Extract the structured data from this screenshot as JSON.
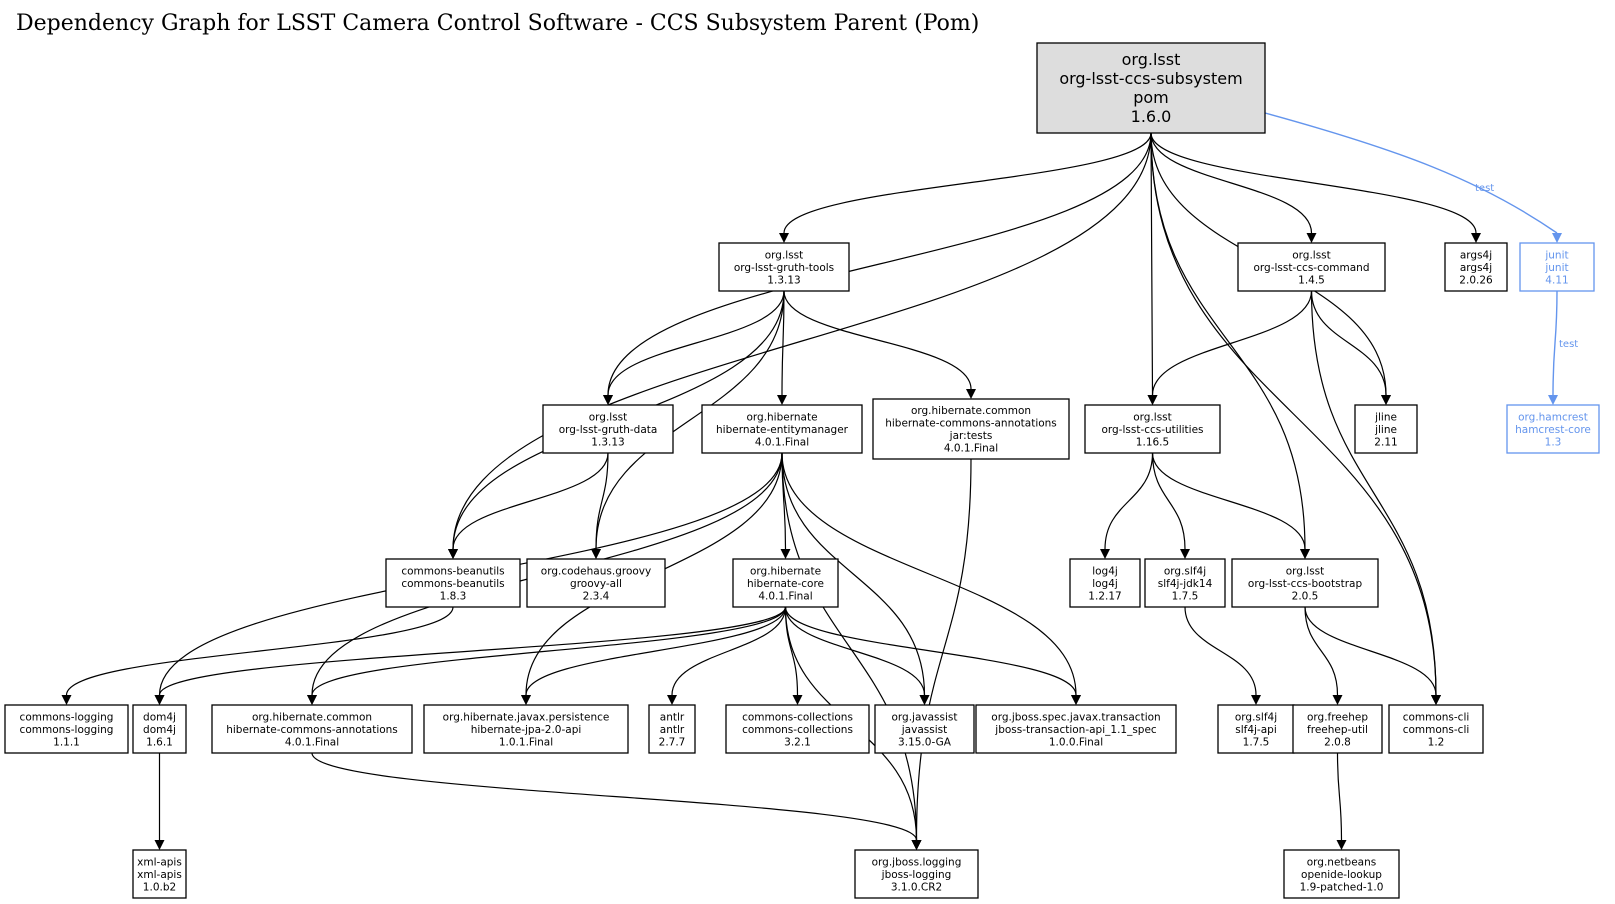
{
  "title": "Dependency Graph for LSST Camera Control Software - CCS Subsystem Parent (Pom)",
  "colors": {
    "test": "#6495ed",
    "root_fill": "#dddddd",
    "edge": "#000000"
  },
  "nodes": [
    {
      "id": "root",
      "lines": [
        "org.lsst",
        "org-lsst-ccs-subsystem",
        "pom",
        "1.6.0"
      ],
      "kind": "root"
    },
    {
      "id": "gruth-tools",
      "lines": [
        "org.lsst",
        "org-lsst-gruth-tools",
        "1.3.13"
      ]
    },
    {
      "id": "ccs-command",
      "lines": [
        "org.lsst",
        "org-lsst-ccs-command",
        "1.4.5"
      ]
    },
    {
      "id": "args4j",
      "lines": [
        "args4j",
        "args4j",
        "2.0.26"
      ]
    },
    {
      "id": "junit",
      "lines": [
        "junit",
        "junit",
        "4.11"
      ],
      "kind": "test"
    },
    {
      "id": "gruth-data",
      "lines": [
        "org.lsst",
        "org-lsst-gruth-data",
        "1.3.13"
      ]
    },
    {
      "id": "hib-em",
      "lines": [
        "org.hibernate",
        "hibernate-entitymanager",
        "4.0.1.Final"
      ]
    },
    {
      "id": "hca-tests",
      "lines": [
        "org.hibernate.common",
        "hibernate-commons-annotations",
        "jar:tests",
        "4.0.1.Final"
      ]
    },
    {
      "id": "ccs-utilities",
      "lines": [
        "org.lsst",
        "org-lsst-ccs-utilities",
        "1.16.5"
      ]
    },
    {
      "id": "jline",
      "lines": [
        "jline",
        "jline",
        "2.11"
      ]
    },
    {
      "id": "hamcrest",
      "lines": [
        "org.hamcrest",
        "hamcrest-core",
        "1.3"
      ],
      "kind": "test"
    },
    {
      "id": "beanutils",
      "lines": [
        "commons-beanutils",
        "commons-beanutils",
        "1.8.3"
      ]
    },
    {
      "id": "groovy",
      "lines": [
        "org.codehaus.groovy",
        "groovy-all",
        "2.3.4"
      ]
    },
    {
      "id": "hib-core",
      "lines": [
        "org.hibernate",
        "hibernate-core",
        "4.0.1.Final"
      ]
    },
    {
      "id": "log4j",
      "lines": [
        "log4j",
        "log4j",
        "1.2.17"
      ]
    },
    {
      "id": "slf4j-jdk14",
      "lines": [
        "org.slf4j",
        "slf4j-jdk14",
        "1.7.5"
      ]
    },
    {
      "id": "ccs-bootstrap",
      "lines": [
        "org.lsst",
        "org-lsst-ccs-bootstrap",
        "2.0.5"
      ]
    },
    {
      "id": "commons-logging",
      "lines": [
        "commons-logging",
        "commons-logging",
        "1.1.1"
      ]
    },
    {
      "id": "dom4j",
      "lines": [
        "dom4j",
        "dom4j",
        "1.6.1"
      ]
    },
    {
      "id": "hca",
      "lines": [
        "org.hibernate.common",
        "hibernate-commons-annotations",
        "4.0.1.Final"
      ]
    },
    {
      "id": "jpa",
      "lines": [
        "org.hibernate.javax.persistence",
        "hibernate-jpa-2.0-api",
        "1.0.1.Final"
      ]
    },
    {
      "id": "antlr",
      "lines": [
        "antlr",
        "antlr",
        "2.7.7"
      ]
    },
    {
      "id": "collections",
      "lines": [
        "commons-collections",
        "commons-collections",
        "3.2.1"
      ]
    },
    {
      "id": "javassist",
      "lines": [
        "org.javassist",
        "javassist",
        "3.15.0-GA"
      ]
    },
    {
      "id": "jta",
      "lines": [
        "org.jboss.spec.javax.transaction",
        "jboss-transaction-api_1.1_spec",
        "1.0.0.Final"
      ]
    },
    {
      "id": "slf4j-api",
      "lines": [
        "org.slf4j",
        "slf4j-api",
        "1.7.5"
      ]
    },
    {
      "id": "freehep",
      "lines": [
        "org.freehep",
        "freehep-util",
        "2.0.8"
      ]
    },
    {
      "id": "commons-cli",
      "lines": [
        "commons-cli",
        "commons-cli",
        "1.2"
      ]
    },
    {
      "id": "xml-apis",
      "lines": [
        "xml-apis",
        "xml-apis",
        "1.0.b2"
      ]
    },
    {
      "id": "jboss-logging",
      "lines": [
        "org.jboss.logging",
        "jboss-logging",
        "3.1.0.CR2"
      ]
    },
    {
      "id": "openide",
      "lines": [
        "org.netbeans",
        "openide-lookup",
        "1.9-patched-1.0"
      ]
    }
  ],
  "edges": [
    {
      "from": "root",
      "to": "gruth-tools"
    },
    {
      "from": "root",
      "to": "gruth-data"
    },
    {
      "from": "root",
      "to": "beanutils"
    },
    {
      "from": "root",
      "to": "ccs-utilities"
    },
    {
      "from": "root",
      "to": "ccs-bootstrap"
    },
    {
      "from": "root",
      "to": "ccs-command"
    },
    {
      "from": "root",
      "to": "jline"
    },
    {
      "from": "root",
      "to": "commons-cli"
    },
    {
      "from": "root",
      "to": "args4j"
    },
    {
      "from": "root",
      "to": "junit",
      "scope": "test",
      "label": "test"
    },
    {
      "from": "junit",
      "to": "hamcrest",
      "scope": "test",
      "label": "test"
    },
    {
      "from": "gruth-tools",
      "to": "gruth-data"
    },
    {
      "from": "gruth-tools",
      "to": "beanutils"
    },
    {
      "from": "gruth-tools",
      "to": "groovy"
    },
    {
      "from": "gruth-tools",
      "to": "hib-em"
    },
    {
      "from": "gruth-tools",
      "to": "hca-tests"
    },
    {
      "from": "gruth-data",
      "to": "beanutils"
    },
    {
      "from": "gruth-data",
      "to": "groovy"
    },
    {
      "from": "ccs-command",
      "to": "ccs-utilities"
    },
    {
      "from": "ccs-command",
      "to": "jline"
    },
    {
      "from": "ccs-command",
      "to": "commons-cli"
    },
    {
      "from": "ccs-utilities",
      "to": "log4j"
    },
    {
      "from": "ccs-utilities",
      "to": "slf4j-jdk14"
    },
    {
      "from": "ccs-utilities",
      "to": "ccs-bootstrap"
    },
    {
      "from": "hib-em",
      "to": "hib-core"
    },
    {
      "from": "hib-em",
      "to": "dom4j"
    },
    {
      "from": "hib-em",
      "to": "hca"
    },
    {
      "from": "hib-em",
      "to": "jpa"
    },
    {
      "from": "hib-em",
      "to": "javassist"
    },
    {
      "from": "hib-em",
      "to": "jta"
    },
    {
      "from": "hib-em",
      "to": "jboss-logging"
    },
    {
      "from": "hca-tests",
      "to": "jboss-logging"
    },
    {
      "from": "beanutils",
      "to": "commons-logging"
    },
    {
      "from": "hib-core",
      "to": "dom4j"
    },
    {
      "from": "hib-core",
      "to": "hca"
    },
    {
      "from": "hib-core",
      "to": "jpa"
    },
    {
      "from": "hib-core",
      "to": "antlr"
    },
    {
      "from": "hib-core",
      "to": "collections"
    },
    {
      "from": "hib-core",
      "to": "javassist"
    },
    {
      "from": "hib-core",
      "to": "jta"
    },
    {
      "from": "hib-core",
      "to": "jboss-logging"
    },
    {
      "from": "slf4j-jdk14",
      "to": "slf4j-api"
    },
    {
      "from": "ccs-bootstrap",
      "to": "freehep"
    },
    {
      "from": "ccs-bootstrap",
      "to": "commons-cli"
    },
    {
      "from": "dom4j",
      "to": "xml-apis"
    },
    {
      "from": "hca",
      "to": "jboss-logging"
    },
    {
      "from": "freehep",
      "to": "openide"
    }
  ]
}
